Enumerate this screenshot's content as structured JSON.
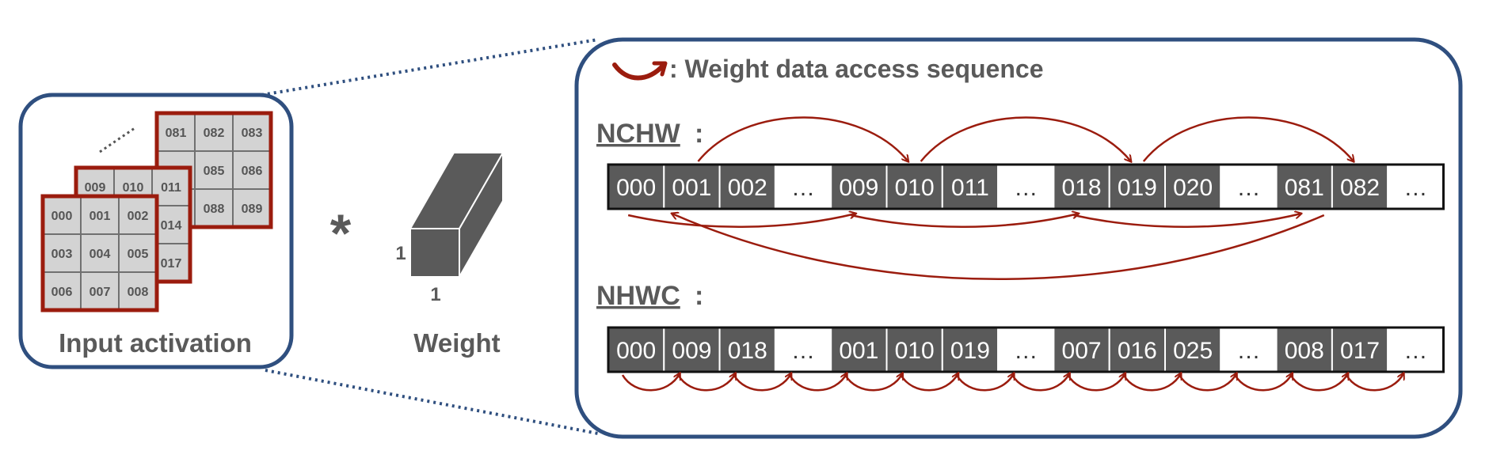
{
  "input_panel": {
    "label": "Input activation",
    "channel_back": [
      "081",
      "082",
      "083",
      "",
      "085",
      "086",
      "",
      "088",
      "089"
    ],
    "channel_mid": [
      "009",
      "010",
      "011",
      "",
      "",
      "014",
      "",
      "",
      "017"
    ],
    "channel_front": [
      "000",
      "001",
      "002",
      "003",
      "004",
      "005",
      "006",
      "007",
      "008"
    ]
  },
  "operator": "*",
  "weight": {
    "label": "Weight",
    "dim_height": "1",
    "dim_width": "1"
  },
  "detail_panel": {
    "legend": ": Weight data access sequence",
    "nchw": {
      "title": "NCHW",
      "colon": ":",
      "cells": [
        "000",
        "001",
        "002",
        "…",
        "009",
        "010",
        "011",
        "…",
        "018",
        "019",
        "020",
        "…",
        "081",
        "082",
        "…"
      ]
    },
    "nhwc": {
      "title": "NHWC",
      "colon": ":",
      "cells": [
        "000",
        "009",
        "018",
        "…",
        "001",
        "010",
        "019",
        "…",
        "007",
        "016",
        "025",
        "…",
        "008",
        "017",
        "…"
      ]
    }
  },
  "colors": {
    "frame": "#2f4f7f",
    "accent": "#9b1c0e",
    "cell_dark": "#5a5a5a",
    "cell_light": "#ffffff",
    "grid_cell": "#d3d3d3"
  }
}
